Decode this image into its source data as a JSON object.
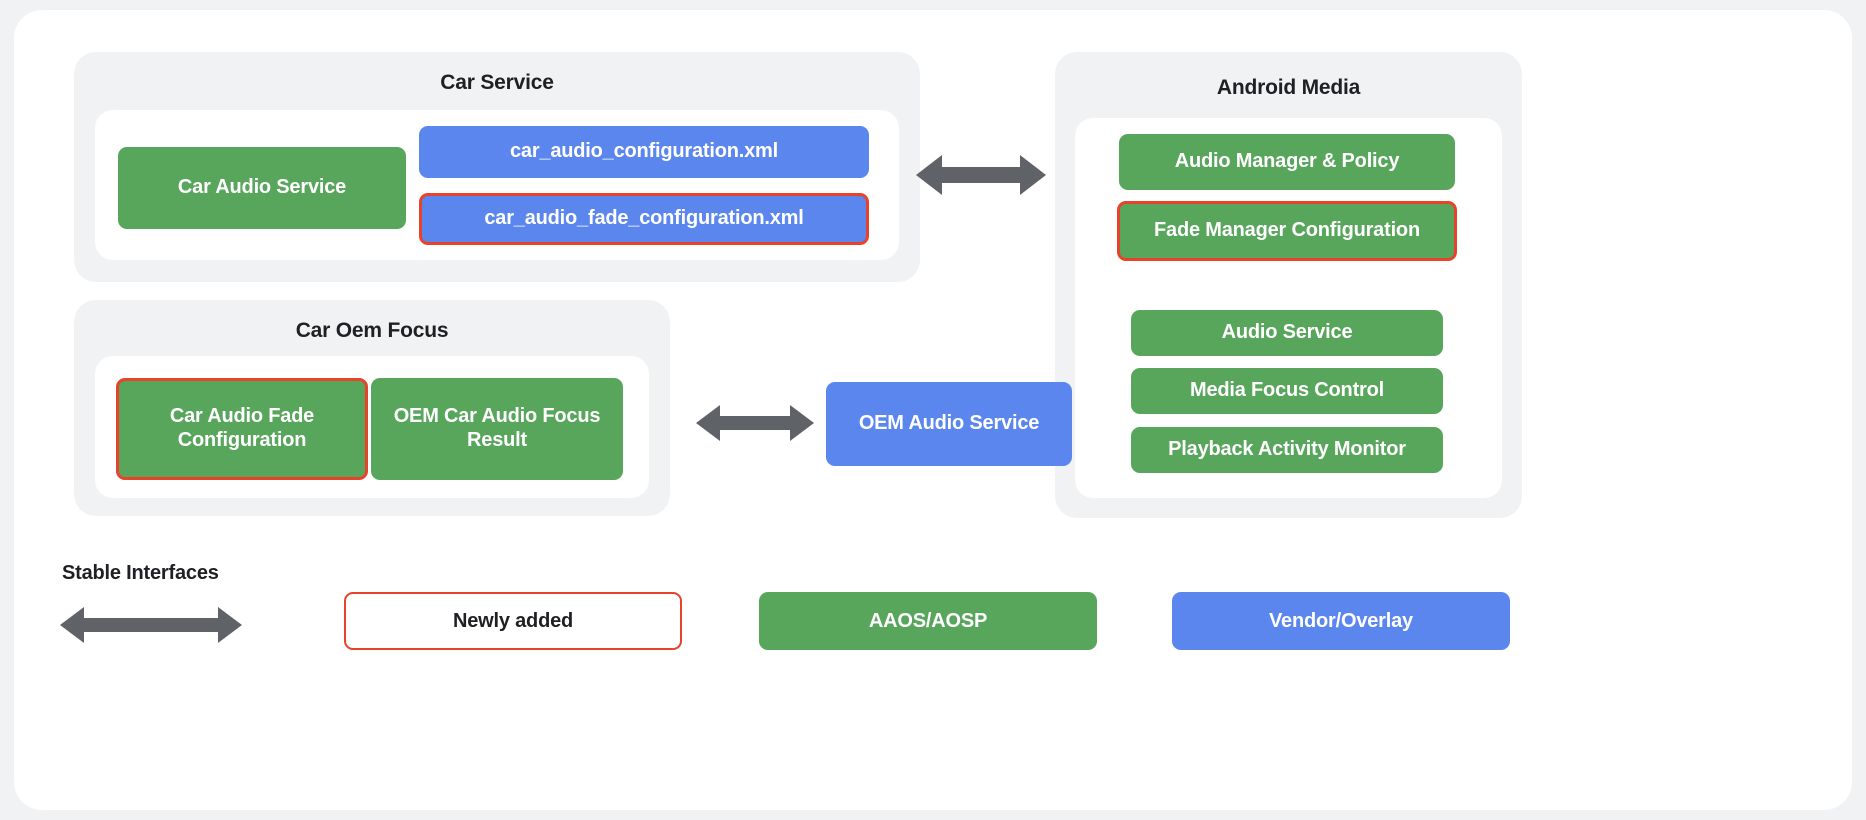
{
  "colors": {
    "page_background": "#f1f2f4",
    "card_background": "#ffffff",
    "group_background": "#f1f2f4",
    "green": "#58a55c",
    "blue": "#5b86ed",
    "flag_red": "#e8432a",
    "arrow_gray": "#5f6368",
    "text_dark": "#1f2023"
  },
  "car_service": {
    "title": "Car Service",
    "nodes": {
      "car_audio_service": "Car Audio Service",
      "car_audio_configuration": "car_audio_configuration.xml",
      "car_audio_fade_configuration": "car_audio_fade_configuration.xml"
    }
  },
  "car_oem_focus": {
    "title": "Car Oem Focus",
    "nodes": {
      "car_audio_fade_configuration": "Car Audio Fade Configuration",
      "oem_car_audio_focus_result": "OEM Car Audio Focus Result"
    }
  },
  "android_media": {
    "title": "Android Media",
    "nodes": {
      "audio_manager_policy": "Audio Manager & Policy",
      "fade_manager_configuration": "Fade Manager Configuration",
      "audio_service": "Audio Service",
      "media_focus_control": "Media Focus Control",
      "playback_activity_monitor": "Playback Activity Monitor"
    }
  },
  "standalone": {
    "oem_audio_service": "OEM Audio Service"
  },
  "legend": {
    "stable_interfaces_label": "Stable Interfaces",
    "newly_added": "Newly added",
    "aaos_aosp": "AAOS/AOSP",
    "vendor_overlay": "Vendor/Overlay"
  }
}
